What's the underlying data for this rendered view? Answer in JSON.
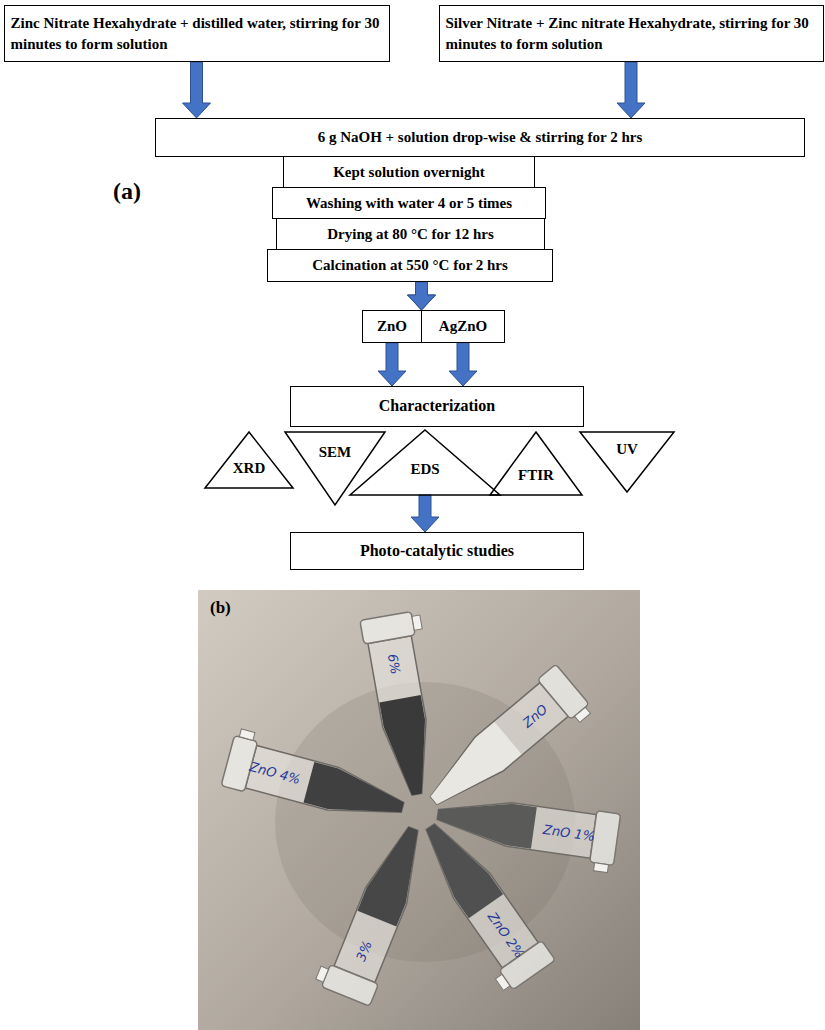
{
  "diagram": {
    "nodes": [
      {
        "text": [
          "Zinc Nitrate Hexahydrate + distilled water, stirring for 30 minutes to form solution"
        ]
      },
      {
        "text": [
          "Silver Nitrate + Zinc nitrate Hexahydrate, stirring for 30 minutes to form solution"
        ]
      },
      {
        "text": [
          "6 g NaOH + solution drop-wise & stirring for 2 hrs"
        ]
      },
      {
        "text": [
          "Kept solution overnight"
        ]
      },
      {
        "text": [
          "Washing with water 4 or 5 times"
        ]
      },
      {
        "text": [
          "Drying at 80 °C for 12 hrs"
        ]
      },
      {
        "text": [
          "Calcination at 550 °C for 2 hrs"
        ]
      },
      {
        "text": [
          "ZnO"
        ]
      },
      {
        "text": [
          "AgZnO"
        ]
      },
      {
        "text": [
          "Characterization"
        ]
      },
      {
        "text": [
          "XRD"
        ]
      },
      {
        "text": [
          "SEM"
        ]
      },
      {
        "text": [
          "EDS"
        ]
      },
      {
        "text": [
          "FTIR"
        ]
      },
      {
        "text": [
          "UV"
        ]
      },
      {
        "text": [
          "Photo-catalytic studies"
        ]
      }
    ],
    "edges": [
      {
        "from": 0,
        "to": 2,
        "arrow": "to"
      },
      {
        "from": 1,
        "to": 2,
        "arrow": "to"
      },
      {
        "from": 6,
        "to": 7,
        "arrow": "to"
      },
      {
        "from": 6,
        "to": 8,
        "arrow": "to"
      },
      {
        "from": 7,
        "to": 9,
        "arrow": "to"
      },
      {
        "from": 8,
        "to": 9,
        "arrow": "to"
      },
      {
        "from": 12,
        "to": 15,
        "arrow": "to"
      }
    ],
    "labels": [
      "(a)",
      "(b)",
      "6%",
      "ZnO",
      "ZnO 1%",
      "ZnO 2%",
      "3%",
      "ZnO 4%"
    ]
  }
}
